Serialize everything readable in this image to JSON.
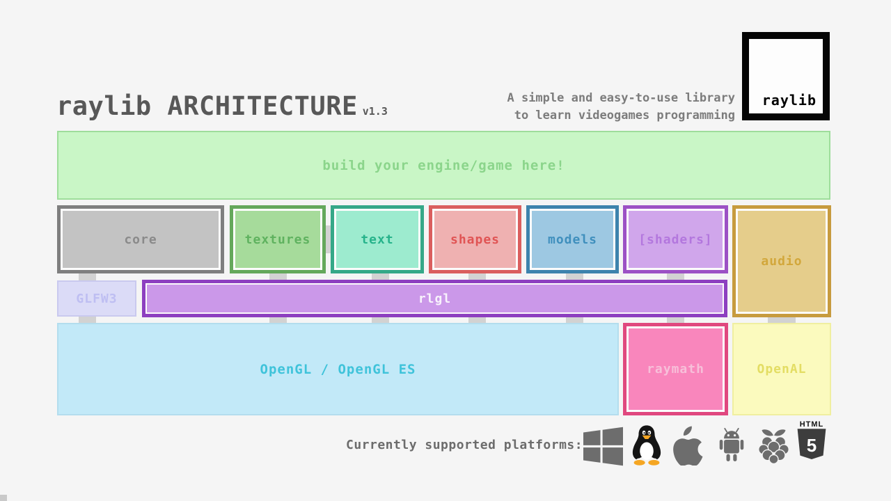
{
  "colors": {
    "background": "#f5f5f5",
    "title_text": "#585858",
    "tagline_text": "#7c7c7c",
    "engine_fill": "#c9f6c6",
    "engine_border": "#9edd9b",
    "engine_text": "#8bd58b",
    "core_border": "#7f7f7f",
    "core_fill": "#c3c3c3",
    "core_text": "#8a8a8a",
    "textures_border": "#64a85b",
    "textures_fill": "#a6db9b",
    "textures_text": "#5fb25f",
    "text_border": "#35a888",
    "text_fill": "#9debcf",
    "text_text": "#26b38b",
    "shapes_border": "#da5e5e",
    "shapes_fill": "#efb1b1",
    "shapes_text": "#e05454",
    "models_border": "#3d83ad",
    "models_fill": "#9dc8e2",
    "models_text": "#3f8fbd",
    "shaders_border": "#9c51c5",
    "shaders_fill": "#d0a6eb",
    "shaders_text": "#b377de",
    "audio_border": "#c79b3e",
    "audio_fill": "#e5cd8b",
    "audio_text": "#d2a73b",
    "glfw_border": "#c9c9ef",
    "glfw_fill": "#dbdbf7",
    "glfw_text": "#bebef2",
    "rlgl_border": "#8d3fc0",
    "rlgl_fill": "#cb98e9",
    "rlgl_text": "#f8f2fc",
    "opengl_border": "#b3ddee",
    "opengl_fill": "#c2e9f8",
    "opengl_text": "#3fc3da",
    "raymath_border": "#e0487f",
    "raymath_fill": "#f986bc",
    "raymath_text": "#f7bfd9",
    "openal_border": "#f0efa0",
    "openal_fill": "#fbfabe",
    "openal_text": "#e3dd63",
    "connector": "#d2d2d2",
    "icon_gray": "#6d6d6d",
    "logo_border": "#050505"
  },
  "header": {
    "title": "raylib ARCHITECTURE",
    "version": "v1.3",
    "tagline_line1": "A simple and easy-to-use library",
    "tagline_line2": "to learn videogames programming",
    "logo_text": "raylib"
  },
  "diagram": {
    "engine_label": "build your engine/game here!",
    "modules": [
      {
        "id": "core",
        "label": "core"
      },
      {
        "id": "textures",
        "label": "textures"
      },
      {
        "id": "text",
        "label": "text"
      },
      {
        "id": "shapes",
        "label": "shapes"
      },
      {
        "id": "models",
        "label": "models"
      },
      {
        "id": "shaders",
        "label": "[shaders]"
      },
      {
        "id": "audio",
        "label": "audio"
      }
    ],
    "glfw_label": "GLFW3",
    "rlgl_label": "rlgl",
    "opengl_label": "OpenGL / OpenGL ES",
    "raymath_label": "raymath",
    "openal_label": "OpenAL"
  },
  "footer": {
    "platforms_label": "Currently supported platforms:",
    "platform_icons": [
      "windows-icon",
      "linux-tux-icon",
      "apple-icon",
      "android-icon",
      "raspberry-pi-icon",
      "html5-icon"
    ],
    "html5_top_text": "HTML",
    "html5_number": "5"
  }
}
